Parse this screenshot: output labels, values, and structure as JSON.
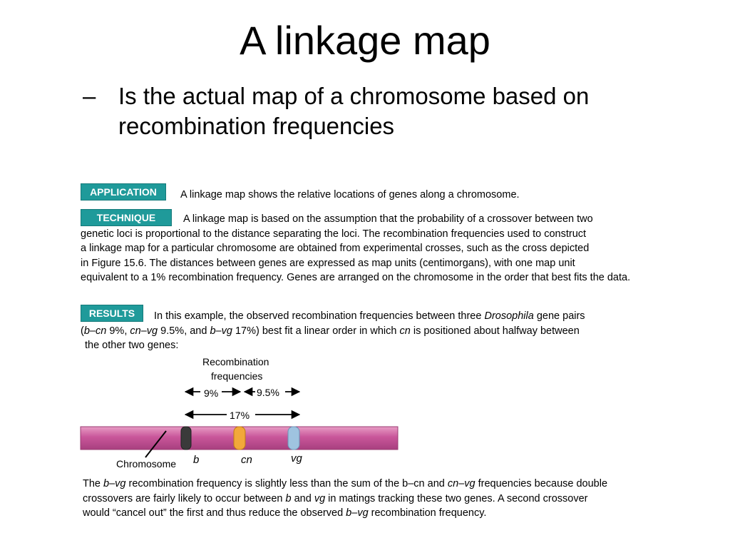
{
  "slide": {
    "title": "A linkage map",
    "bullet_dash": "–",
    "bullet_line1": "Is the actual map of a chromosome based on",
    "bullet_line2": "recombination frequencies"
  },
  "figure": {
    "application": {
      "tag": "APPLICATION",
      "text": "A linkage map shows the relative locations of genes along a chromosome."
    },
    "technique": {
      "tag": "TECHNIQUE",
      "lines": [
        "A linkage map is based on the assumption that the probability of a crossover between two",
        "genetic loci is proportional to the distance separating the loci. The recombination frequencies used to construct",
        "a linkage map for a particular chromosome are obtained from experimental crosses, such as the cross depicted",
        "in Figure 15.6. The distances between genes are expressed  as map units (centimorgans), with one map unit",
        "equivalent to a 1% recombination frequency. Genes are arranged on the chromosome in the order that best fits the data."
      ]
    },
    "results": {
      "tag": "RESULTS",
      "l1_a": "In this example, the observed recombination frequencies between three ",
      "l1_b": "Drosophila",
      "l1_c": " gene pairs",
      "l2_a": "(",
      "l2_b": "b",
      "l2_c": "–",
      "l2_d": "cn",
      "l2_e": " 9%, ",
      "l2_f": "cn",
      "l2_g": "–",
      "l2_h": "vg",
      "l2_i": " 9.5%, and ",
      "l2_j": "b",
      "l2_k": "–",
      "l2_l": "vg",
      "l2_m": " 17%) best fit a linear order in which ",
      "l2_n": "cn",
      "l2_o": " is positioned about halfway between",
      "l3": "the other two genes:"
    },
    "diagram": {
      "heading_line1": "Recombination",
      "heading_line2": "frequencies",
      "freq_b_cn": "9%",
      "freq_cn_vg": "9.5%",
      "freq_b_vg": "17%",
      "chromosome_label": "Chromosome",
      "genes": [
        "b",
        "cn",
        "vg"
      ],
      "colors": {
        "chromosome": "#c9569a",
        "band_b": "#3a3a3a",
        "band_cn": "#f2a83a",
        "band_vg": "#9fc3e0",
        "tag": "#1f9a9a"
      }
    },
    "conclusion": {
      "l1_a": "The ",
      "l1_b": "b",
      "l1_c": "–",
      "l1_d": "vg",
      "l1_e": " recombination frequency is slightly less than the sum of the b–cn and ",
      "l1_f": "cn",
      "l1_g": "–",
      "l1_h": "vg",
      "l1_i": " frequencies because double",
      "l2_a": "crossovers are fairly likely to occur between ",
      "l2_b": "b",
      "l2_c": " and ",
      "l2_d": "vg",
      "l2_e": " in matings tracking these two genes. A second crossover",
      "l3_a": "would “cancel out” the first and thus reduce the observed ",
      "l3_b": "b",
      "l3_c": "–",
      "l3_d": "vg",
      "l3_e": "  recombination frequency."
    }
  }
}
